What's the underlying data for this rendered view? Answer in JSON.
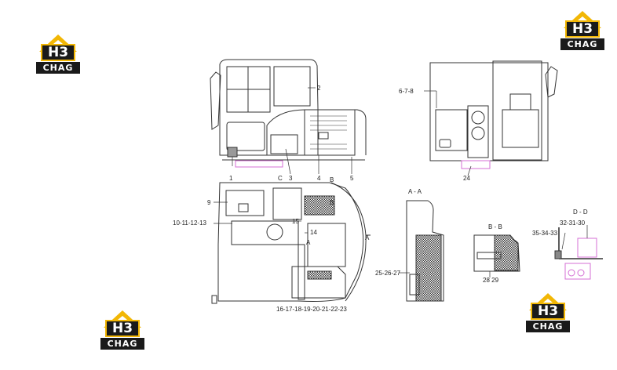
{
  "watermark": {
    "logo_text": "H3",
    "logo_sub": "CHAG",
    "accent": "#f2b705",
    "dark": "#1a1a1a"
  },
  "labels": {
    "p1": "1",
    "p2": "2",
    "p3": "3",
    "p4": "4",
    "p5": "5",
    "p678": "6-7-8",
    "p9": "9",
    "p10_13": "10-11-12-13",
    "p14": "14",
    "p15": "15",
    "p16_23": "16-17-18-19-20-21-22-23",
    "p24": "24",
    "p25_27": "25-26-27",
    "p28_29": "28 29",
    "p30_32": "32-31-30",
    "p33_35": "35-34-33",
    "c": "C",
    "b_top": "B",
    "b_mid": "B",
    "a_mid": "A",
    "a_right": "A",
    "view_aa": "A - A",
    "view_bb": "B - B",
    "view_dd": "D - D"
  },
  "colors": {
    "line": "#333333",
    "highlight": "#d46fd4"
  }
}
